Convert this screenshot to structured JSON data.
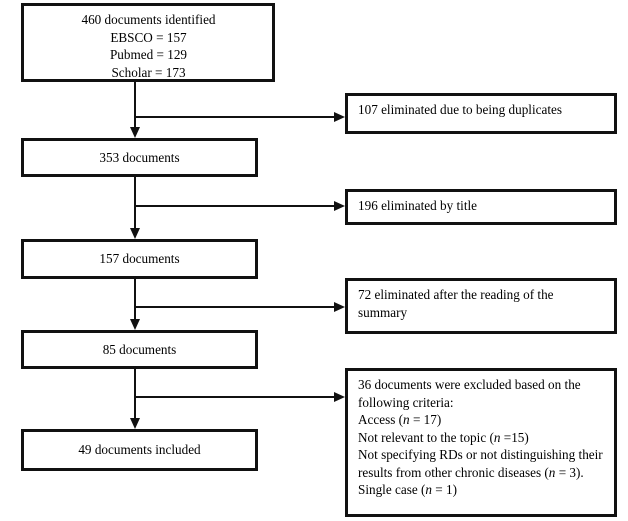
{
  "diagram": {
    "type": "prisma-flow-diagram",
    "title": "Document selection flowchart",
    "colors": {
      "stroke": "#111111",
      "background": "#ffffff",
      "text": "#000000"
    },
    "identification_box": {
      "lines": [
        "460 documents identified",
        "EBSCO = 157",
        "Pubmed = 129",
        "Scholar = 173"
      ],
      "total": 460,
      "sources": [
        {
          "name": "EBSCO",
          "count": 157
        },
        {
          "name": "Pubmed",
          "count": 129
        },
        {
          "name": "Scholar",
          "count": 173
        }
      ]
    },
    "stages": [
      {
        "id": "stage-353",
        "label": "353 documents",
        "count": 353
      },
      {
        "id": "stage-157",
        "label": "157 documents",
        "count": 157
      },
      {
        "id": "stage-85",
        "label": "85 documents",
        "count": 85
      },
      {
        "id": "stage-49",
        "label": "49 documents included",
        "count": 49
      }
    ],
    "exclusions": [
      {
        "id": "excl-107",
        "label": "107 eliminated due to being duplicates",
        "count": 107
      },
      {
        "id": "excl-196",
        "label": "196 eliminated by title",
        "count": 196
      },
      {
        "id": "excl-72",
        "label": "72 eliminated after the reading of the summary",
        "count": 72
      }
    ],
    "final_exclusion": {
      "id": "excl-36",
      "count": 36,
      "heading_line1": "36 documents were excluded based on the",
      "heading_line2": "following criteria:",
      "criteria": [
        {
          "text_before": "Access (",
          "n_symbol": "n",
          "text_after": " = 17)",
          "label": "Access",
          "n": 17
        },
        {
          "text_before": "Not relevant to the topic (",
          "n_symbol": "n",
          "text_after": " =15)",
          "label": "Not relevant to the topic",
          "n": 15
        },
        {
          "text_before": "Not specifying RDs or not distinguishing their",
          "n_symbol": "",
          "text_after": "",
          "label": "Not specifying RDs or not distinguishing their results from other chronic diseases",
          "n": 3
        },
        {
          "text_before": "results from other chronic diseases (",
          "n_symbol": "n",
          "text_after": " = 3).",
          "label": "",
          "n": 3
        },
        {
          "text_before": "Single case (",
          "n_symbol": "n",
          "text_after": " = 1)",
          "label": "Single case",
          "n": 1
        }
      ]
    },
    "connectors": [
      {
        "from": "identification_box",
        "to": "stage-353",
        "branch_to": "excl-107"
      },
      {
        "from": "stage-353",
        "to": "stage-157",
        "branch_to": "excl-196"
      },
      {
        "from": "stage-157",
        "to": "stage-85",
        "branch_to": "excl-72"
      },
      {
        "from": "stage-85",
        "to": "stage-49",
        "branch_to": "excl-36"
      }
    ]
  }
}
